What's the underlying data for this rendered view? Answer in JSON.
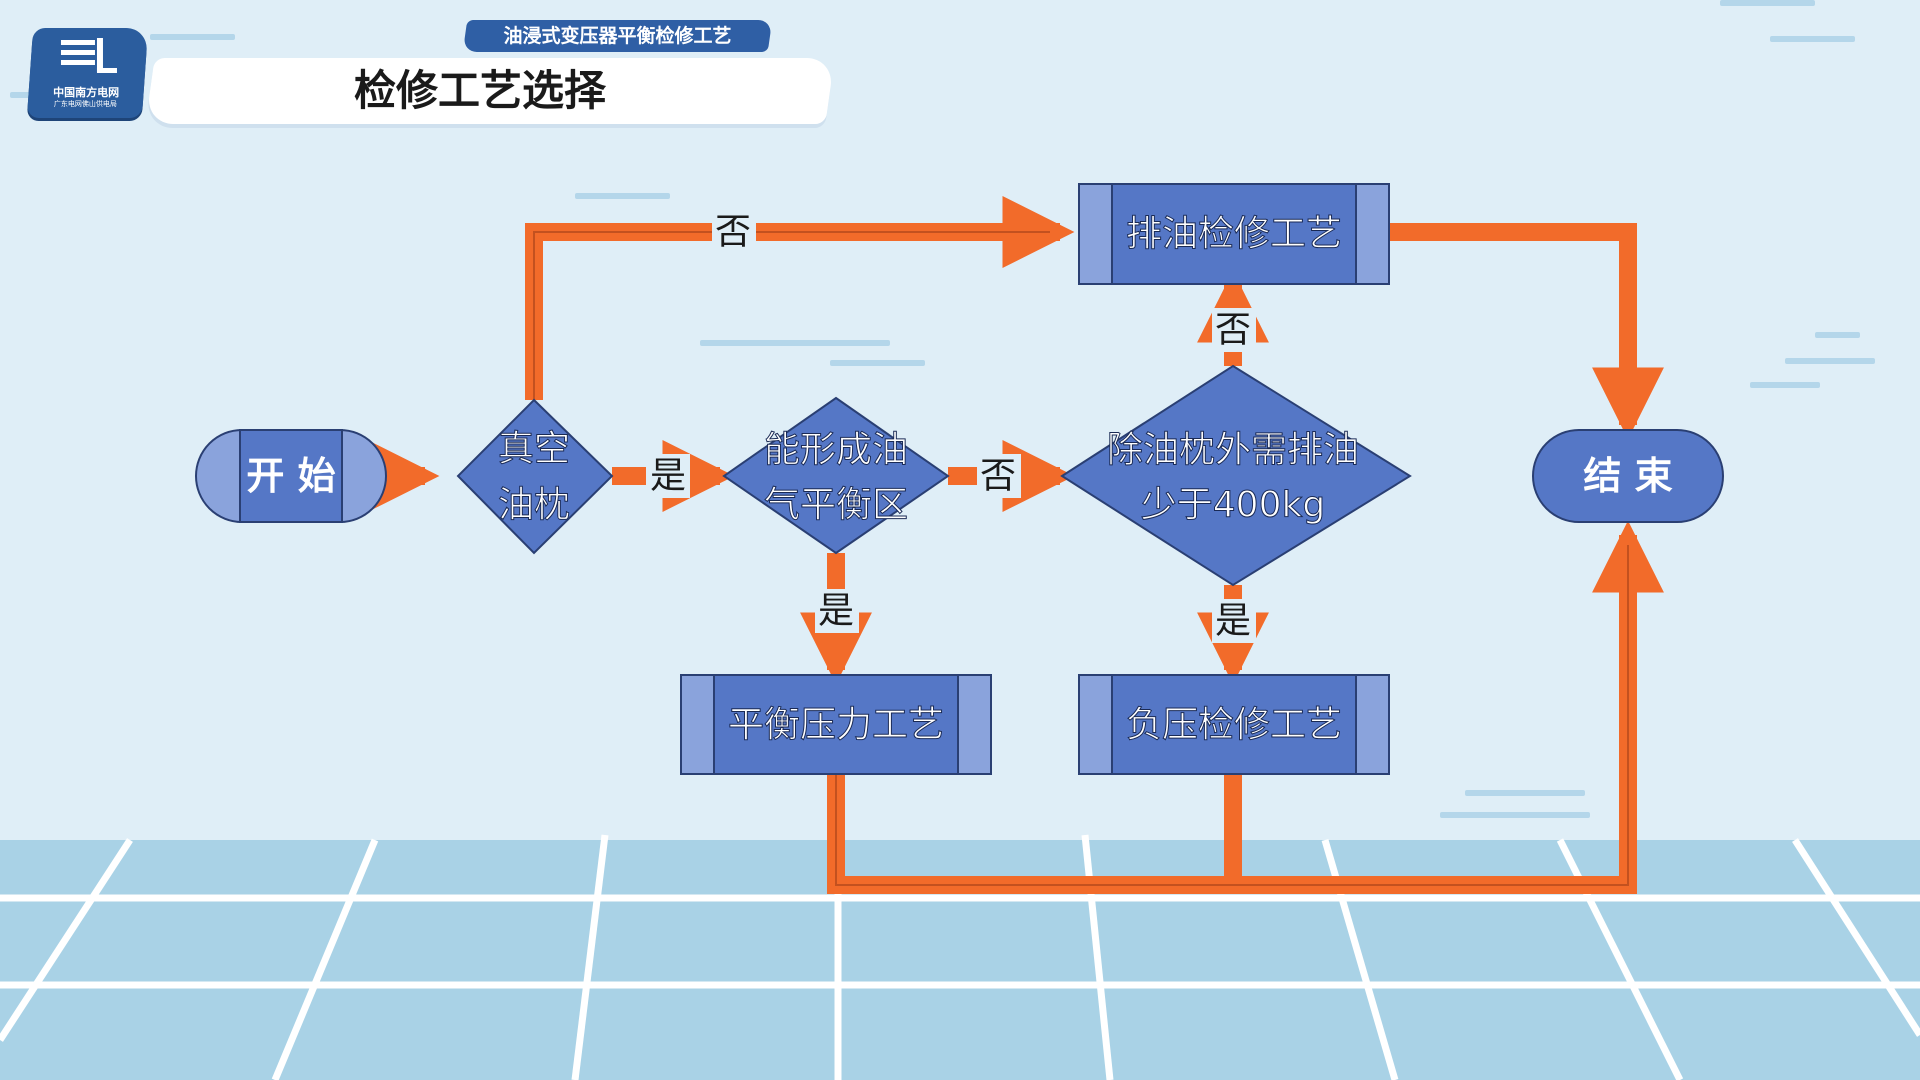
{
  "header": {
    "logo_name": "中国南方电网",
    "logo_sub": "广东电网佛山供电局",
    "subtitle": "油浸式变压器平衡检修工艺",
    "title": "检修工艺选择"
  },
  "flow": {
    "start": "开 始",
    "end": "结 束",
    "d_vacuum_1": "真空",
    "d_vacuum_2": "油枕",
    "d_balance_1": "能形成油",
    "d_balance_2": "气平衡区",
    "d_drain_1": "除油枕外需排油",
    "d_drain_2": "少于400kg",
    "p_drain": "排油检修工艺",
    "p_balance": "平衡压力工艺",
    "p_negative": "负压检修工艺",
    "yes": "是",
    "no": "否"
  },
  "colors": {
    "arrow": "#f26b2a",
    "node_fill": "#5577c6",
    "node_side": "#8aa3dc",
    "node_stroke": "#2a3f73",
    "floor": "#a9d2e6"
  }
}
